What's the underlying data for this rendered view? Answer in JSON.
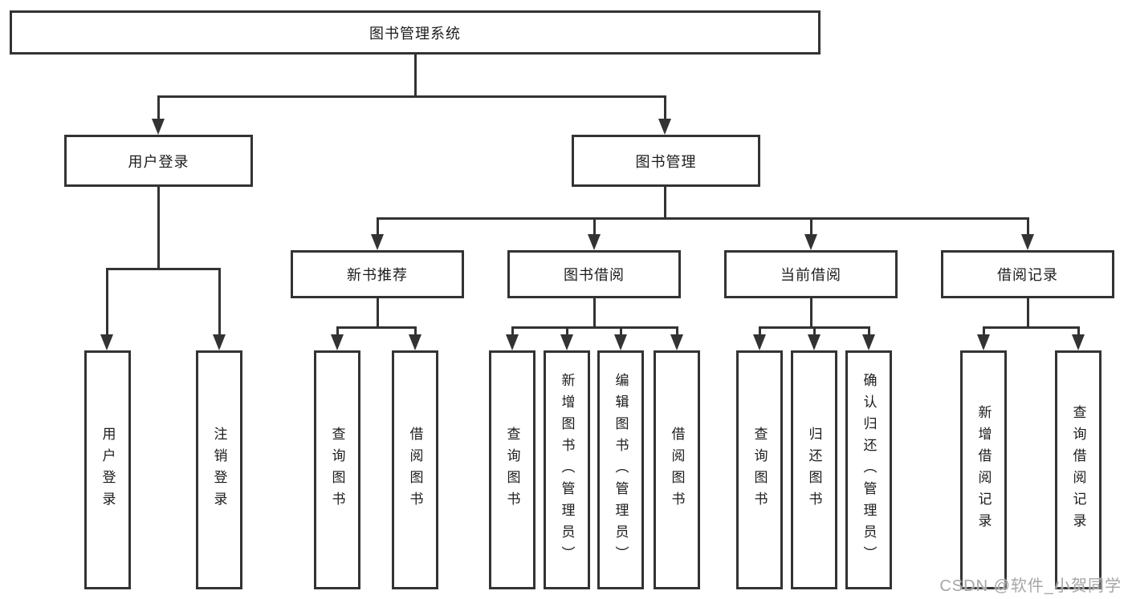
{
  "nodes": {
    "root": "图书管理系统",
    "user_login": "用户登录",
    "book_mgmt": "图书管理",
    "new_book_rec": "新书推荐",
    "book_borrow": "图书借阅",
    "current_borrow": "当前借阅",
    "borrow_records": "借阅记录",
    "leaf_user_login": "用户登录",
    "leaf_logout": "注销登录",
    "leaf_query_book_a": "查询图书",
    "leaf_borrow_book_a": "借阅图书",
    "leaf_query_book_b": "查询图书",
    "leaf_add_book": "新增图书（管理员）",
    "leaf_edit_book": "编辑图书（管理员）",
    "leaf_borrow_book_b": "借阅图书",
    "leaf_query_book_c": "查询图书",
    "leaf_return_book": "归还图书",
    "leaf_confirm_return": "确认归还（管理员）",
    "leaf_add_borrow_record": "新增借阅记录",
    "leaf_query_borrow_record": "查询借阅记录"
  },
  "watermark": "CSDN @软件_小贺同学",
  "colors": {
    "line": "#333333",
    "text": "#1c1c1c",
    "box_bg": "#ffffff",
    "watermark": "#a6a6a6"
  }
}
